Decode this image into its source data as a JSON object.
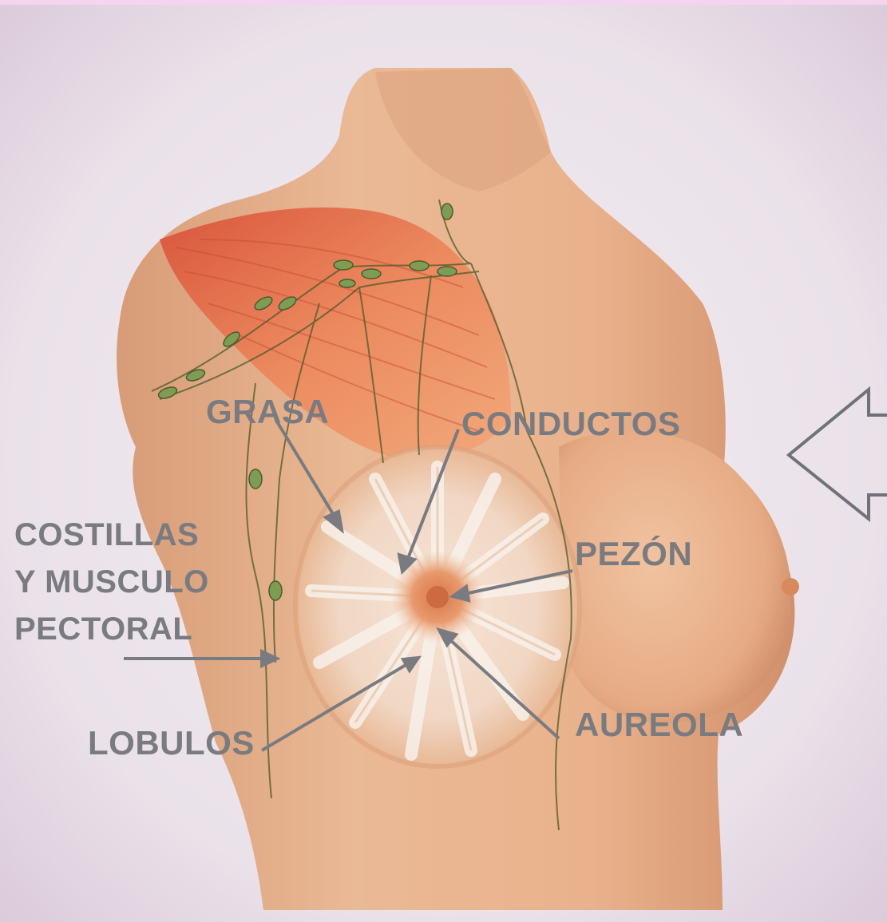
{
  "colors": {
    "label_text": "#7a7b80",
    "arrow": "#7a7b80",
    "background": "#ece3ea",
    "skin": "#e9b693",
    "muscle": "#e4764f",
    "lymph_node": "#7f9c55"
  },
  "labels": {
    "grasa": "GRASA",
    "conductos": "CONDUCTOS",
    "costillas_line1": "COSTILLAS",
    "costillas_line2": "Y MUSCULO",
    "costillas_line3": "PECTORAL",
    "pezon": "PEZÓN",
    "lobulos": "LOBULOS",
    "aureola": "AUREOLA"
  },
  "icons": {
    "side_arrow": "left-outline-arrow-icon"
  }
}
